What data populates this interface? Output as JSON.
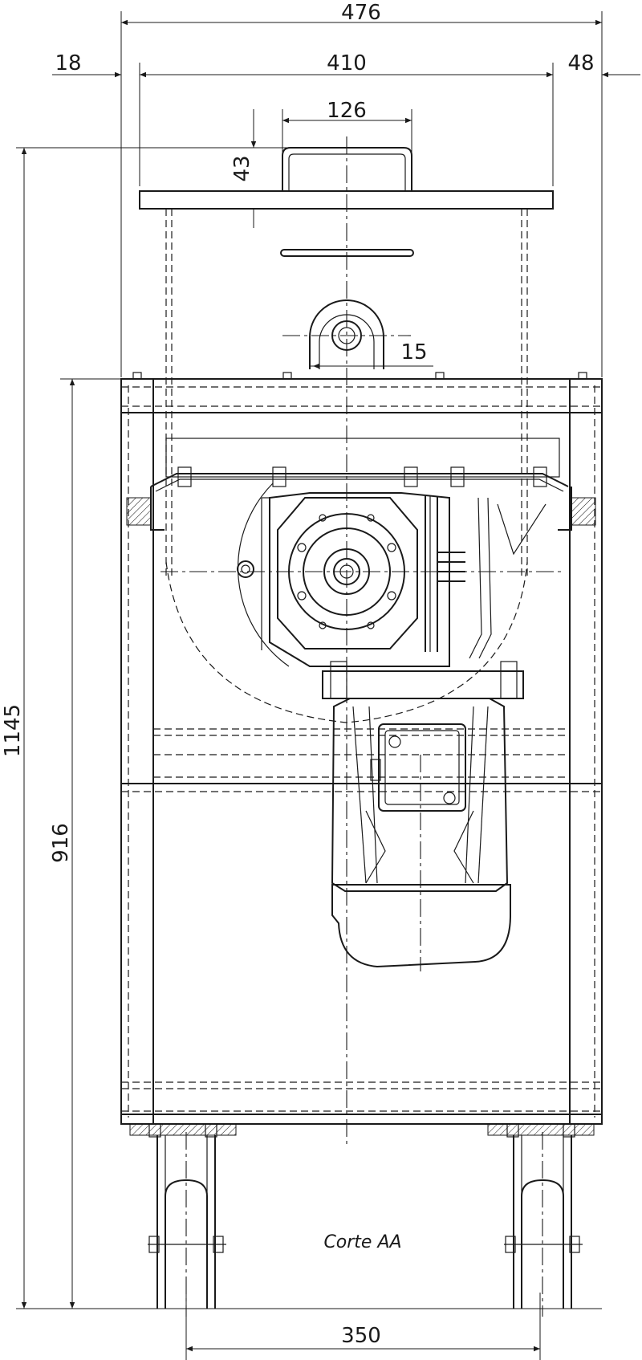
{
  "drawing": {
    "caption": "Corte AA",
    "dimensions": {
      "overall_width": "476",
      "left_offset": "18",
      "lid_width": "410",
      "right_offset": "48",
      "handle_width": "126",
      "handle_height": "43",
      "small_detail": "15",
      "total_height": "1145",
      "frame_height": "916",
      "wheel_spacing": "350"
    }
  }
}
